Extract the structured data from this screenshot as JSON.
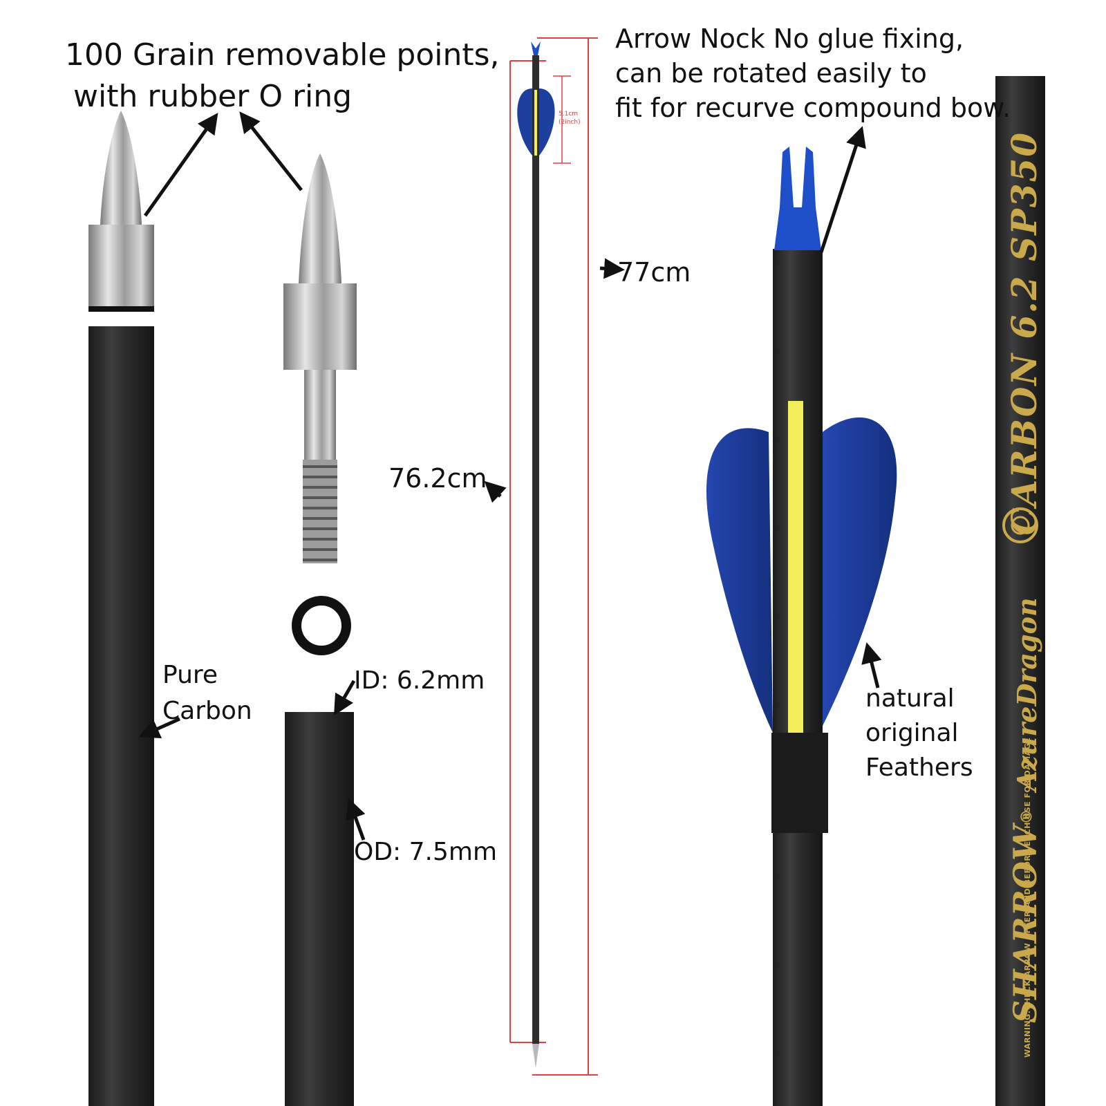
{
  "labels": {
    "points_line1": "100 Grain removable points,",
    "points_line2": "with rubber O ring",
    "nock_line1": "Arrow Nock No glue fixing,",
    "nock_line2": "can be rotated easily to",
    "nock_line3": "fit for recurve compound bow.",
    "length_total": "77cm",
    "length_shaft": "76.2cm",
    "fletch_len_1": "5.1cm",
    "fletch_len_2": "(2inch)",
    "material_1": "Pure",
    "material_2": "Carbon",
    "inner_diameter": "ID: 6.2mm",
    "outer_diameter": "OD: 7.5mm",
    "feathers_1": "natural",
    "feathers_2": "original",
    "feathers_3": "Feathers"
  },
  "shaft_print": {
    "brand": "SHARROW",
    "reg_mark": "®",
    "sub_brand": "AzureDragon",
    "model": "CARBON 6.2   SP350",
    "warning": "WARNING:CHECK ARROW AFTER AND BEFORE EACH USE FOR DAMAGE"
  },
  "colors": {
    "shaft": "#2b2b2b",
    "feather": "#1f3f9e",
    "nock": "#1f4fc8",
    "stripe": "#f2ee5a",
    "dimension_line": "#e04040",
    "metal": "#b8b8b8",
    "print_gold": "#c9a94b"
  }
}
